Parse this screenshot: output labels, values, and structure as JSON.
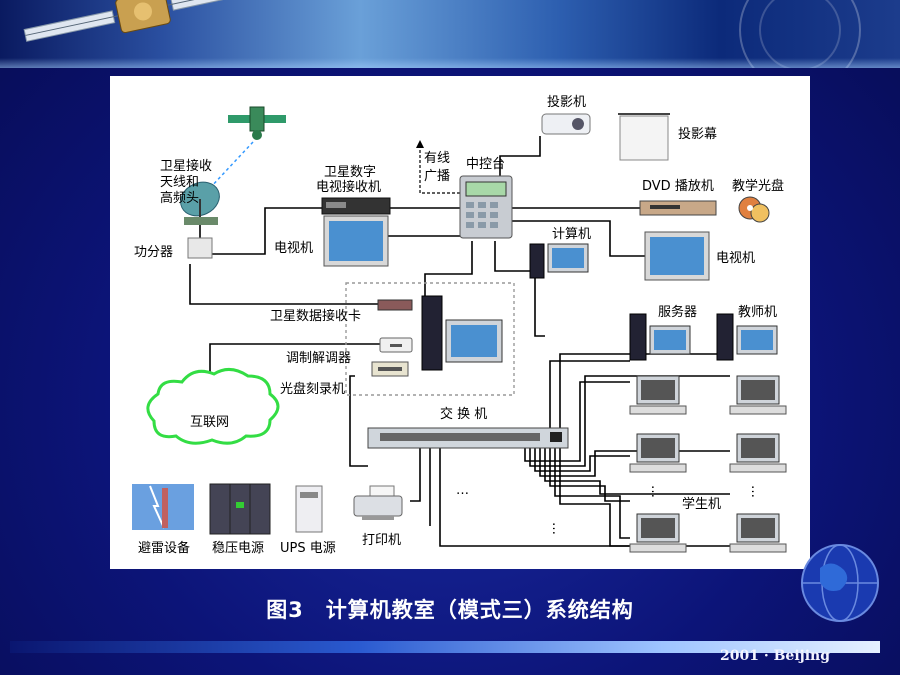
{
  "diagram": {
    "labels": {
      "sat_antenna": [
        "卫星接收",
        "天线和",
        "高频头"
      ],
      "splitter": "功分器",
      "sat_tv_receiver": [
        "卫星数字",
        "电视接收机"
      ],
      "tv_left": "电视机",
      "cable_broadcast": [
        "有线",
        "广播"
      ],
      "central_controller": "中控台",
      "projector": "投影机",
      "projection_screen": "投影幕",
      "dvd_player": "DVD 播放机",
      "teaching_disc": "教学光盘",
      "tv_right": "电视机",
      "computer": "计算机",
      "sat_data_card": "卫星数据接收卡",
      "modem": "调制解调器",
      "cd_burner": "光盘刻录机",
      "internet": "互联网",
      "switch": "交 换 机",
      "server": "服务器",
      "teacher_pc": "教师机",
      "student_pc": "学生机",
      "lightning_protection": "避雷设备",
      "voltage_regulator": "稳压电源",
      "ups": "UPS 电源",
      "printer": "打印机",
      "dots": "…"
    }
  },
  "caption": "图3　计算机教室（模式三）系统结构",
  "footer": "2001 · Beijing",
  "colors": {
    "background": "#0a1070",
    "panel": "#ffffff",
    "link": "#000000",
    "internet_cloud": "#33dd44",
    "satellite_signal": "#3399ff",
    "screen": "#4a90d0"
  }
}
